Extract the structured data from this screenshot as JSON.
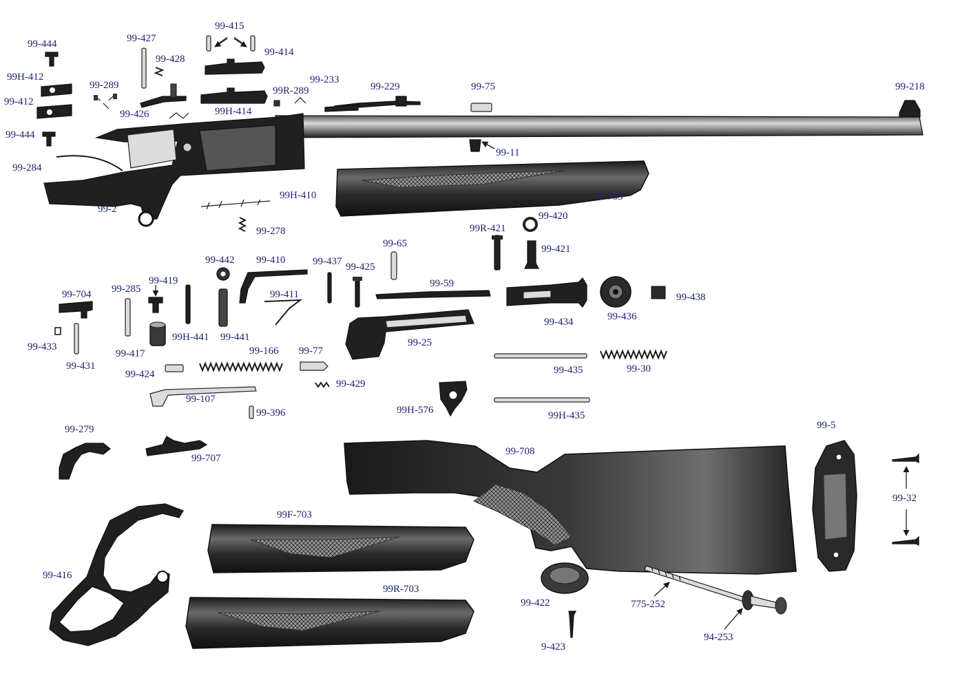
{
  "diagram": {
    "colors": {
      "label": "#1c2470",
      "ink": "#202020",
      "paper": "#ffffff"
    },
    "labels": {
      "l_99_444_a": "99-444",
      "l_99h_412": "99H-412",
      "l_99_412": "99-412",
      "l_99_444_b": "99-444",
      "l_99_284": "99-284",
      "l_99_2": "99-2",
      "l_99_427": "99-427",
      "l_99_428": "99-428",
      "l_99_289": "99-289",
      "l_99_426": "99-426",
      "l_99_415": "99-415",
      "l_99_414": "99-414",
      "l_99h_414": "99H-414",
      "l_99r_289": "99R-289",
      "l_99_233": "99-233",
      "l_99_229": "99-229",
      "l_99_75": "99-75",
      "l_99_218": "99-218",
      "l_99_11": "99-11",
      "l_99_703": "99-703",
      "l_99h_410": "99H-410",
      "l_99_278": "99-278",
      "l_99r_421": "99R-421",
      "l_99_420": "99-420",
      "l_99_421": "99-421",
      "l_99_442": "99-442",
      "l_99_410": "99-410",
      "l_99_437": "99-437",
      "l_99_425": "99-425",
      "l_99_65": "99-65",
      "l_99_59": "99-59",
      "l_99_434": "99-434",
      "l_99_436": "99-436",
      "l_99_438": "99-438",
      "l_99_704": "99-704",
      "l_99_285": "99-285",
      "l_99_419": "99-419",
      "l_99_411": "99-411",
      "l_99_433": "99-433",
      "l_99_431": "99-431",
      "l_99_417": "99-417",
      "l_99h_441": "99H-441",
      "l_99_441": "99-441",
      "l_99_25": "99-25",
      "l_99_424": "99-424",
      "l_99_166": "99-166",
      "l_99_77": "99-77",
      "l_99_429": "99-429",
      "l_99_435": "99-435",
      "l_99_30": "99-30",
      "l_99_107": "99-107",
      "l_99_396": "99-396",
      "l_99h_576": "99H-576",
      "l_99h_435": "99H-435",
      "l_99_279": "99-279",
      "l_99_707": "99-707",
      "l_99_708": "99-708",
      "l_99_5": "99-5",
      "l_99_32": "99-32",
      "l_99f_703": "99F-703",
      "l_99_416": "99-416",
      "l_99r_703": "99R-703",
      "l_99_422": "99-422",
      "l_775_252": "775-252",
      "l_9_423": "9-423",
      "l_94_253": "94-253"
    }
  }
}
